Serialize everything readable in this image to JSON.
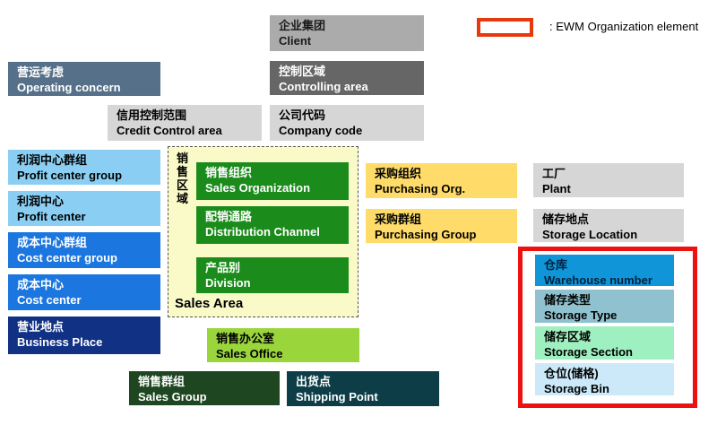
{
  "legend": {
    "label": ": EWM Organization element",
    "swatch_border_color": "#E8380D"
  },
  "colors": {
    "gray_medium": "#ABABAB",
    "gray_dark": "#666666",
    "gray_light": "#D6D6D6",
    "slate_blue": "#567089",
    "light_blue": "#8ACFF3",
    "medium_blue": "#1C76DF",
    "navy_blue": "#113185",
    "green": "#1B8C1B",
    "cream_sales_area": "#FAFAC8",
    "yellow": "#FFDB69",
    "warehouse_blue": "#1095D8",
    "storage_teal": "#8FC2CE",
    "mint_green": "#9FF0C0",
    "pale_blue": "#CBE9F9",
    "lime_green": "#9AD53C",
    "dark_green": "#1E4620",
    "dark_teal": "#0D3D46",
    "ewm_outline_red": "#EC1212"
  },
  "boxes": {
    "client": {
      "cn": "企业集团",
      "en": "Client"
    },
    "operating_concern": {
      "cn": "营运考虑",
      "en": "Operating concern"
    },
    "controlling_area": {
      "cn": "控制区域",
      "en": "Controlling area"
    },
    "credit_control_area": {
      "cn": "信用控制范围",
      "en": "Credit Control area"
    },
    "company_code": {
      "cn": "公司代码",
      "en": "Company code"
    },
    "profit_center_group": {
      "cn": "利润中心群组",
      "en": "Profit center group"
    },
    "profit_center": {
      "cn": "利润中心",
      "en": "Profit center"
    },
    "cost_center_group": {
      "cn": "成本中心群组",
      "en": "Cost center group"
    },
    "cost_center": {
      "cn": "成本中心",
      "en": "Cost center"
    },
    "business_place": {
      "cn": "营业地点",
      "en": "Business Place"
    },
    "sales_area": {
      "vertical_cn": "销售区域",
      "label": "Sales Area"
    },
    "sales_organization": {
      "cn": "销售组织",
      "en": "Sales Organization"
    },
    "distribution_channel": {
      "cn": "配销通路",
      "en": "Distribution Channel"
    },
    "division": {
      "cn": "产品别",
      "en": "Division"
    },
    "purchasing_org": {
      "cn": "采购组织",
      "en": "Purchasing Org."
    },
    "purchasing_group": {
      "cn": "采购群组",
      "en": "Purchasing Group"
    },
    "plant": {
      "cn": "工厂",
      "en": "Plant"
    },
    "storage_location": {
      "cn": "储存地点",
      "en": "Storage Location"
    },
    "warehouse_number": {
      "cn": "仓库",
      "en": "Warehouse number"
    },
    "storage_type": {
      "cn": "储存类型",
      "en": "Storage Type"
    },
    "storage_section": {
      "cn": "储存区域",
      "en": "Storage Section"
    },
    "storage_bin": {
      "cn": "仓位(储格)",
      "en": "Storage Bin"
    },
    "sales_office": {
      "cn": "销售办公室",
      "en": "Sales Office"
    },
    "sales_group": {
      "cn": "销售群组",
      "en": "Sales Group"
    },
    "shipping_point": {
      "cn": "出货点",
      "en": "Shipping Point"
    }
  }
}
